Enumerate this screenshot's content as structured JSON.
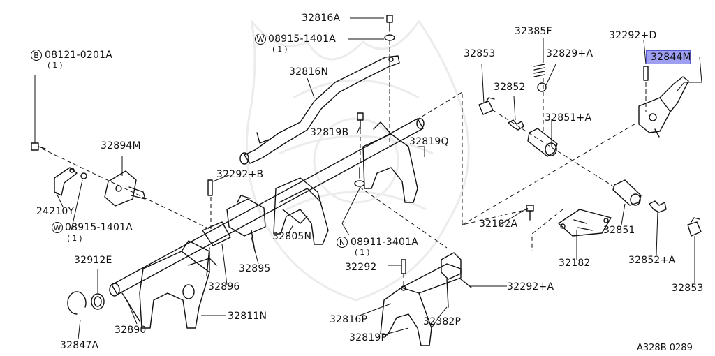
{
  "labels": {
    "p32816A": "32816A",
    "p08915_top": "08915-1401A",
    "p08915_top_qty": "(1)",
    "p08121": "08121-0201A",
    "p08121_qty": "(1)",
    "p32816N": "32816N",
    "p32385F": "32385F",
    "p32292D": "32292+D",
    "p32844M_a": "3284",
    "p32844M_b": "4M",
    "p32853_top": "32853",
    "p32829A": "32829+A",
    "p32852": "32852",
    "p32851A": "32851+A",
    "p32819B": "32819B",
    "p32819Q": "32819Q",
    "p32894M": "32894M",
    "p32292B": "32292+B",
    "p24210Y": "24210Y",
    "p08915_left": "08915-1401A",
    "p08915_left_qty": "(1)",
    "p32805N": "32805N",
    "p08911": "08911-3401A",
    "p08911_qty": "(1)",
    "p32182A": "32182A",
    "p32851": "32851",
    "p32852A": "32852+A",
    "p32853_right": "32853",
    "p32182": "32182",
    "p32912E": "32912E",
    "p32895": "32895",
    "p32896": "32896",
    "p32292": "32292",
    "p32292A": "32292+A",
    "p32890": "32890",
    "p32811N": "32811N",
    "p32816P": "32816P",
    "p32382P": "32382P",
    "p32847A": "32847A",
    "p32819P": "32819P"
  },
  "symbols": {
    "w_top": "W",
    "b_left": "B",
    "w_left": "W",
    "n_mid": "N"
  },
  "reference": "A328B 0289",
  "colors": {
    "line": "#111111",
    "highlight": "#9f9ff2",
    "watermark": "#ececec"
  }
}
